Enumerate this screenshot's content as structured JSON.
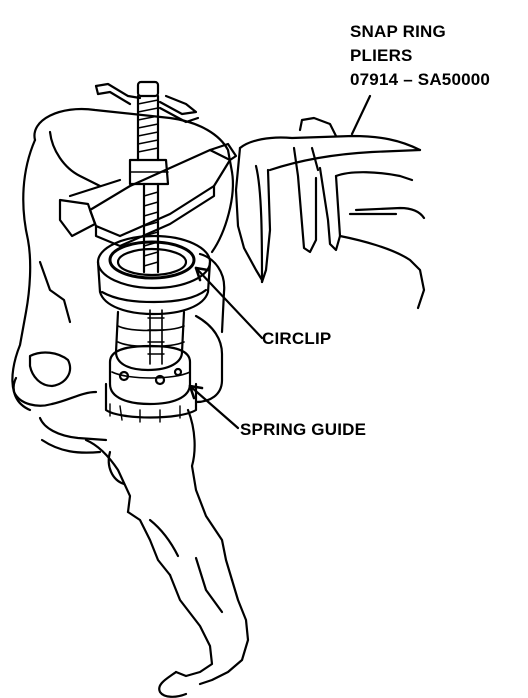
{
  "labels": {
    "snap_ring_pliers_line1": "SNAP RING",
    "snap_ring_pliers_line2": "PLIERS",
    "tool_number": "07914 – SA50000",
    "circlip": "CIRCLIP",
    "spring_guide": "SPRING GUIDE"
  },
  "colors": {
    "ink": "#000000",
    "paper": "#ffffff"
  }
}
